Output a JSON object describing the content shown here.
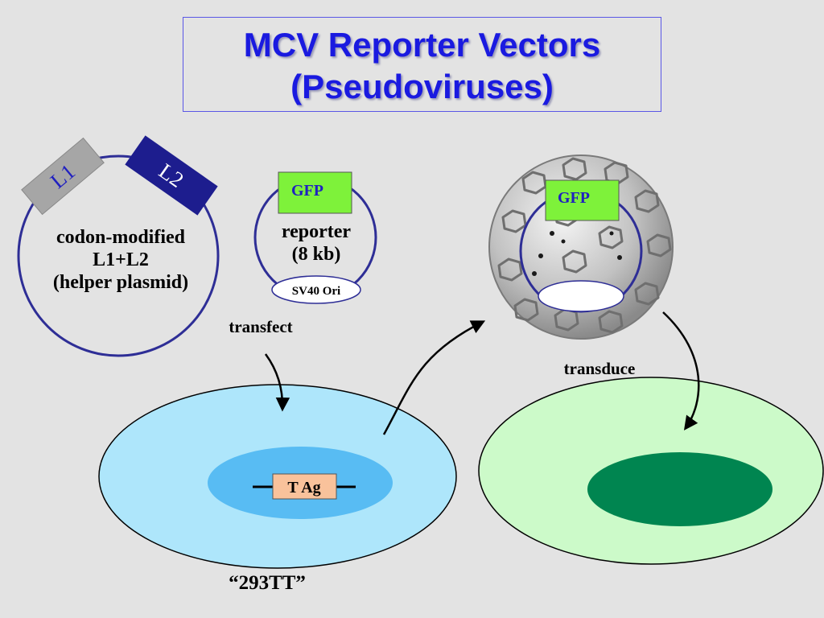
{
  "title": {
    "line1": "MCV Reporter Vectors",
    "line2": "(Pseudoviruses)"
  },
  "helper_plasmid": {
    "l1_label": "L1",
    "l2_label": "L2",
    "line1": "codon-modified",
    "line2": "L1+L2",
    "line3": "(helper plasmid)"
  },
  "reporter_plasmid": {
    "gfp_label": "GFP",
    "line1": "reporter",
    "line2": "(8 kb)",
    "ori_label": "SV40 Ori"
  },
  "pseudovirus": {
    "gfp_label": "GFP"
  },
  "steps": {
    "transfect": "transfect",
    "transduce": "transduce"
  },
  "producer_cell": {
    "tag_label": "T Ag",
    "cell_name": "“293TT”"
  },
  "colors": {
    "title_text": "#1a1ae0",
    "plasmid_outline": "#2e2e96",
    "l1_box": "#a6a6a6",
    "l2_box": "#1d1d8e",
    "gfp_box": "#7ef23a",
    "producer_cell_fill": "#aee6fb",
    "producer_nucleus_fill": "#58bcf3",
    "tag_box": "#f9c29b",
    "target_cell_fill": "#ccfac9",
    "target_nucleus_fill": "#008550",
    "background": "#e3e3e3"
  }
}
